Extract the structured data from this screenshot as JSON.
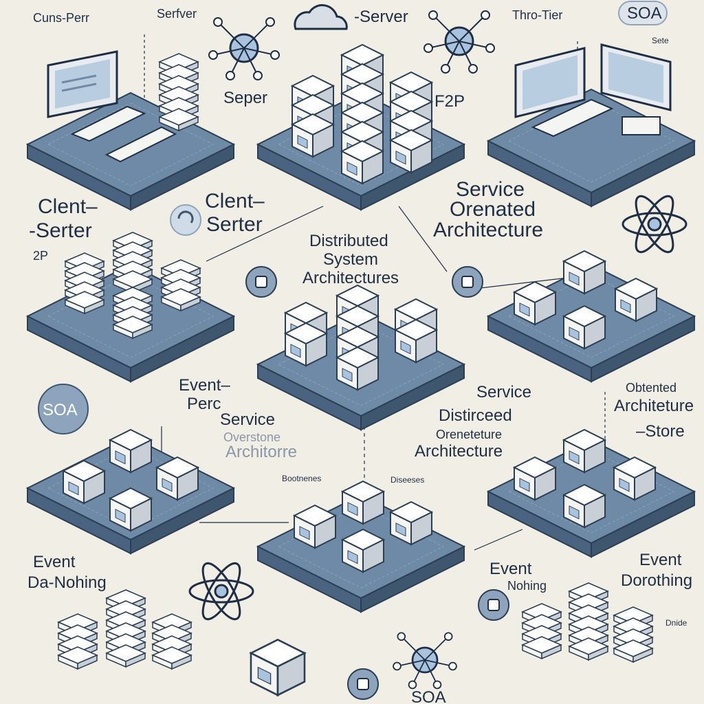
{
  "colors": {
    "background": "#f1eee6",
    "platform_top": "#6f8aa6",
    "platform_side": "#3f566f",
    "platform_edge": "#2c3e52",
    "box_face": "#f4f4f2",
    "box_side": "#c9cfd6",
    "ink": "#1f2e44",
    "accent": "#a9c3de"
  },
  "labels": {
    "cuns_perr": "Cuns-Perr",
    "serfver": "Serfver",
    "server_top": "-Server",
    "thro_tier": "Thro-Tier",
    "soa_top": "SOA",
    "sete": "Sete",
    "seper": "Seper",
    "f2p": "F2P",
    "clent_left_1": "Clent–",
    "clent_left_2": "-Serter",
    "label_2p": "2P",
    "clent_mid_1": "Clent–",
    "clent_mid_2": "Serter",
    "service_oren_1": "Service",
    "service_oren_2": "Orenated",
    "service_oren_3": "Architecture",
    "center_1": "Distributed",
    "center_2": "System",
    "center_3": "Architectures",
    "soa_left": "SOA",
    "event_perc_1": "Event–",
    "event_perc_2": "Perc",
    "service_arch_1": "Service",
    "service_arch_2": "Overstone",
    "service_arch_3": "Architorre",
    "service_right": "Service",
    "distirceed_1": "Distirceed",
    "distirceed_2": "Oreneteture",
    "distirceed_3": "Architecture",
    "obtented_1": "Obtented",
    "obtented_2": "Architeture",
    "obtented_3": "–Store",
    "bootnenes": "Bootnenes",
    "diseeses": "Diseeses",
    "event_da_1": "Event",
    "event_da_2": "Da-Nohing",
    "event_nohing_1": "Event",
    "event_nohing_2": "Nohing",
    "event_dorothing_1": "Event",
    "event_dorothing_2": "Dorothing",
    "dnide": "Dnide",
    "soa_bottom": "SOA"
  },
  "icons": [
    "cloud-icon",
    "network-hub-icon",
    "atom-icon",
    "monitor-icon",
    "keyboard-icon",
    "server-stack-icon",
    "module-box-icon",
    "shield-badge-icon"
  ]
}
